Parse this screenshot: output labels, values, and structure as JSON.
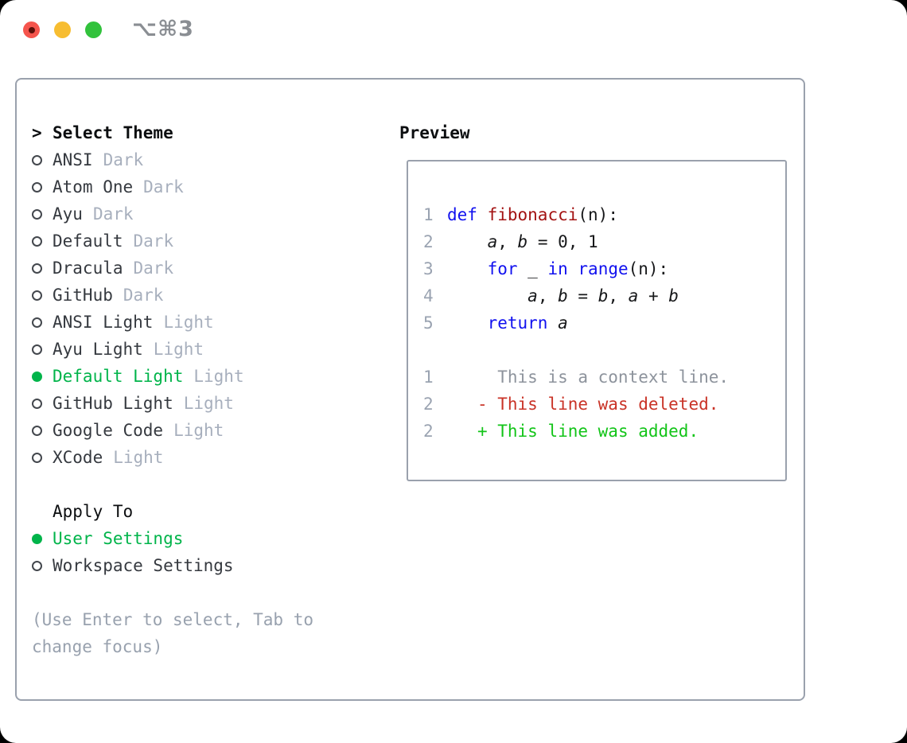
{
  "window": {
    "shortcut_label": "⌥⌘3",
    "traffic_lights": [
      {
        "name": "close",
        "color": "#f5554d",
        "dot_color": "#5c100a"
      },
      {
        "name": "minimize",
        "color": "#f7bd31"
      },
      {
        "name": "zoom",
        "color": "#32c23c"
      }
    ]
  },
  "theme_panel": {
    "title_prefix": ">",
    "title": "Select Theme",
    "items": [
      {
        "name": "ANSI",
        "variant": "Dark",
        "selected": false
      },
      {
        "name": "Atom One",
        "variant": "Dark",
        "selected": false
      },
      {
        "name": "Ayu",
        "variant": "Dark",
        "selected": false
      },
      {
        "name": "Default",
        "variant": "Dark",
        "selected": false
      },
      {
        "name": "Dracula",
        "variant": "Dark",
        "selected": false
      },
      {
        "name": "GitHub",
        "variant": "Dark",
        "selected": false
      },
      {
        "name": "ANSI Light",
        "variant": "Light",
        "selected": false
      },
      {
        "name": "Ayu Light",
        "variant": "Light",
        "selected": false
      },
      {
        "name": "Default Light",
        "variant": "Light",
        "selected": true
      },
      {
        "name": "GitHub Light",
        "variant": "Light",
        "selected": false
      },
      {
        "name": "Google Code",
        "variant": "Light",
        "selected": false
      },
      {
        "name": "XCode",
        "variant": "Light",
        "selected": false
      }
    ],
    "apply_to": {
      "title": "Apply To",
      "options": [
        {
          "label": "User Settings",
          "selected": true
        },
        {
          "label": "Workspace Settings",
          "selected": false
        }
      ]
    },
    "hint_lines": [
      "(Use Enter to select, Tab to",
      "change focus)"
    ]
  },
  "preview": {
    "title": "Preview",
    "code_lines": [
      {
        "num": "1",
        "segments": [
          {
            "text": "def",
            "style": "keyword"
          },
          {
            "text": " "
          },
          {
            "text": "fibonacci",
            "style": "function"
          },
          {
            "text": "(n):"
          }
        ]
      },
      {
        "num": "2",
        "segments": [
          {
            "text": "    "
          },
          {
            "text": "a",
            "style": "variable"
          },
          {
            "text": ", "
          },
          {
            "text": "b",
            "style": "variable"
          },
          {
            "text": " = 0, 1"
          }
        ]
      },
      {
        "num": "3",
        "segments": [
          {
            "text": "    "
          },
          {
            "text": "for",
            "style": "keyword"
          },
          {
            "text": " _ "
          },
          {
            "text": "in",
            "style": "keyword"
          },
          {
            "text": " "
          },
          {
            "text": "range",
            "style": "keyword"
          },
          {
            "text": "(n):"
          }
        ]
      },
      {
        "num": "4",
        "segments": [
          {
            "text": "        "
          },
          {
            "text": "a",
            "style": "variable"
          },
          {
            "text": ", "
          },
          {
            "text": "b",
            "style": "variable"
          },
          {
            "text": " = "
          },
          {
            "text": "b",
            "style": "variable"
          },
          {
            "text": ", "
          },
          {
            "text": "a",
            "style": "variable"
          },
          {
            "text": " + "
          },
          {
            "text": "b",
            "style": "variable"
          }
        ]
      },
      {
        "num": "5",
        "segments": [
          {
            "text": "    "
          },
          {
            "text": "return",
            "style": "keyword"
          },
          {
            "text": " "
          },
          {
            "text": "a",
            "style": "variable"
          }
        ]
      }
    ],
    "diff_lines": [
      {
        "num": "1",
        "prefix": "     ",
        "marker": "",
        "text": "This is a context line.",
        "type": "context"
      },
      {
        "num": "2",
        "prefix": "   ",
        "marker": "- ",
        "text": "This line was deleted.",
        "type": "deleted"
      },
      {
        "num": "2",
        "prefix": "   ",
        "marker": "+ ",
        "text": "This line was added.",
        "type": "added"
      }
    ]
  },
  "colors": {
    "keyword_blue": "#1111ef",
    "function_red": "#a31212",
    "code_text": "#17181a",
    "accent_green": "#00b44a",
    "diff_added_green": "#12c418",
    "diff_deleted_red": "#c93327",
    "context_gray": "#8d939c",
    "line_number_gray": "#9aa3b1",
    "muted_variant_gray": "#a7afbd",
    "hint_gray": "#98a1ae",
    "border_gray": "#9aa1ad",
    "item_text": "#35393f",
    "heading_text": "#0c0e10",
    "shortcut_gray": "#8a8e93"
  }
}
